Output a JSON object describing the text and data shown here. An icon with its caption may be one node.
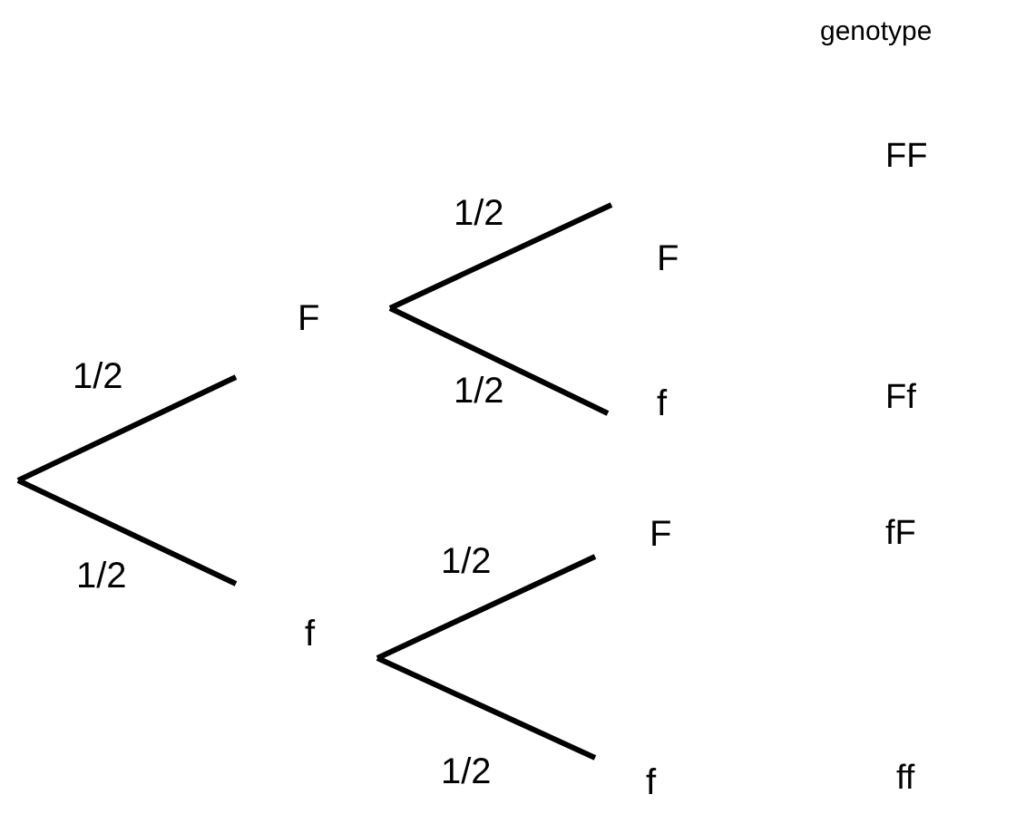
{
  "diagram": {
    "nodes": [
      {
        "text": [
          "F"
        ]
      },
      {
        "text": [
          "f"
        ]
      },
      {
        "text": [
          "F"
        ]
      },
      {
        "text": [
          "f"
        ]
      },
      {
        "text": [
          "F"
        ]
      },
      {
        "text": [
          "f"
        ]
      }
    ],
    "edges": [
      {
        "from": null,
        "to": 0,
        "arrow": "none",
        "label": "1/2"
      },
      {
        "from": null,
        "to": 1,
        "arrow": "none",
        "label": "1/2"
      },
      {
        "from": 0,
        "to": 2,
        "arrow": "none",
        "label": "1/2"
      },
      {
        "from": 0,
        "to": 3,
        "arrow": "none",
        "label": "1/2"
      },
      {
        "from": 1,
        "to": 4,
        "arrow": "none",
        "label": "1/2"
      },
      {
        "from": 1,
        "to": 5,
        "arrow": "none",
        "label": "1/2"
      }
    ],
    "labels": [
      "genotype",
      "FF",
      "Ff",
      "fF",
      "ff"
    ]
  }
}
